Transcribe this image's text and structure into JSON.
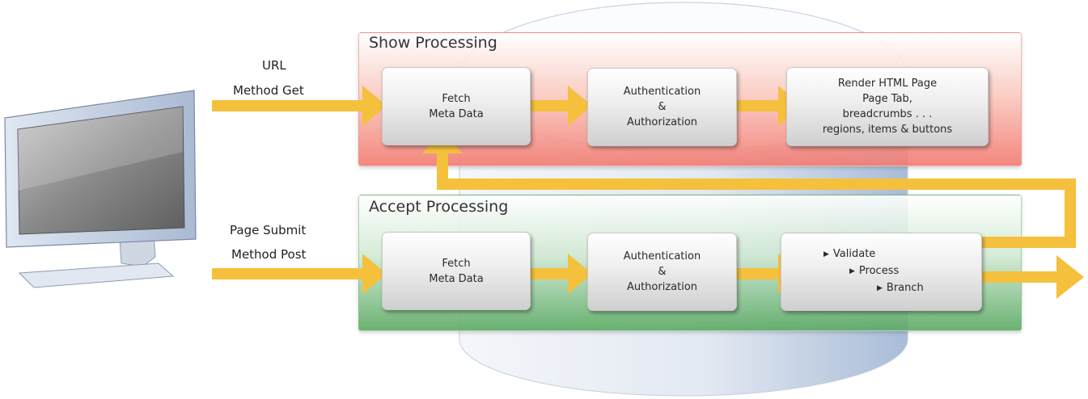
{
  "show": {
    "title": "Show Processing",
    "fetch": [
      "Fetch",
      "Meta Data"
    ],
    "auth": [
      "Authentication",
      "&",
      "Authorization"
    ],
    "render": [
      "Render HTML Page",
      "Page Tab,",
      "breadcrumbs . . .",
      "regions, items & buttons"
    ]
  },
  "accept": {
    "title": "Accept Processing",
    "fetch": [
      "Fetch",
      "Meta Data"
    ],
    "auth": [
      "Authentication",
      "&",
      "Authorization"
    ],
    "steps": [
      "Validate",
      "Process",
      "Branch"
    ]
  },
  "inputs": {
    "get": [
      "URL",
      "Method Get"
    ],
    "post": [
      "Page Submit",
      "Method Post"
    ]
  },
  "colors": {
    "arrow": "#f5c03c",
    "show_lane": "#f27a70",
    "accept_lane": "#5aa962",
    "database": "#b4c6df"
  },
  "icons": {
    "client": "computer-monitor-icon",
    "store": "database-cylinder-icon",
    "step_bullet": "triangle-right-icon"
  }
}
